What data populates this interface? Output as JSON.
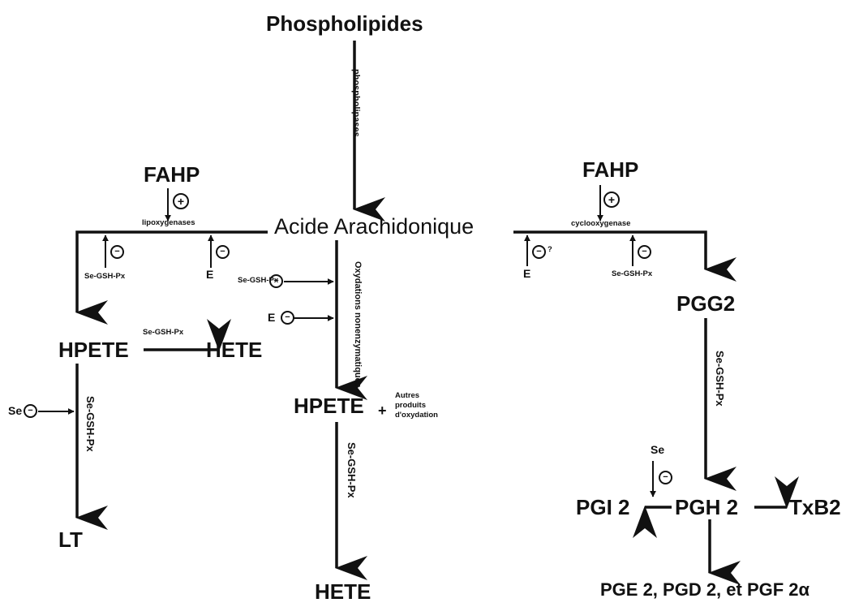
{
  "nodes": {
    "phospholipides": "Phospholipides",
    "acide_arachidonique": "Acide Arachidonique",
    "fahp_left": "FAHP",
    "fahp_right": "FAHP",
    "hpete_left": "HPETE",
    "hete_left": "HETE",
    "lt": "LT",
    "hpete_center": "HPETE",
    "hpete_center_plus": "+",
    "autres_produits": [
      "Autres",
      "produits",
      "d'oxydation"
    ],
    "hete_bottom": "HETE",
    "pgg2": "PGG2",
    "pgh2": "PGH 2",
    "pgi2": "PGI 2",
    "txb2": "TxB2",
    "final_products": "PGE 2, PGD 2, et PGF 2α"
  },
  "labels": {
    "phospholipases": "phospholipases",
    "lipoxygenases": "lipoxygenases",
    "cyclooxygenase": "cyclooxygenase",
    "oxydations_nonenzymatiques": "Oxydations nonenzymatiques",
    "se_gsh_px": "Se-GSH-Px",
    "e": "E",
    "se": "Se",
    "minus": "−",
    "plus": "+",
    "question": "?"
  }
}
